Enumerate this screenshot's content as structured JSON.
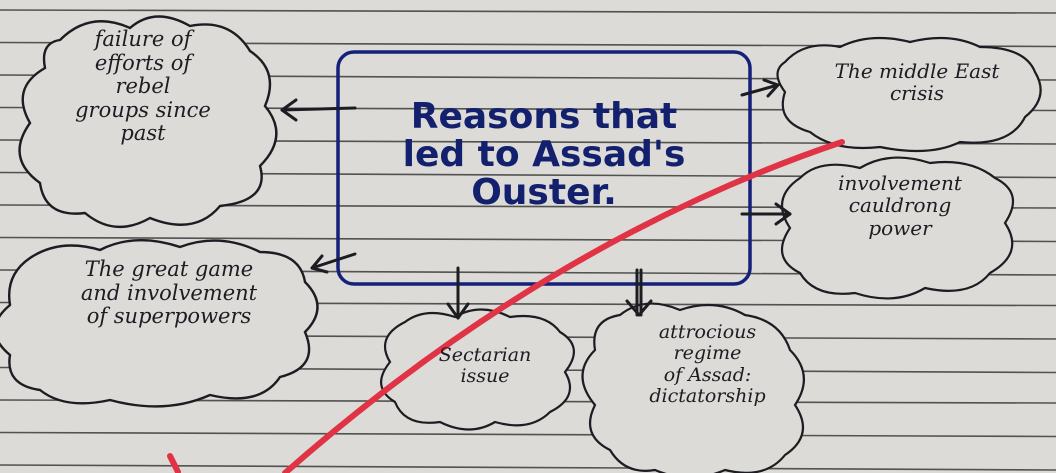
{
  "center": {
    "text": "Reasons that\nled to Assad's\nOuster."
  },
  "nodes": {
    "rebel_groups": "failure of\nefforts of\nrebel\ngroups since\npast",
    "great_game": "The great game\nand involvement\nof superpowers",
    "middle_east": "The middle East\ncrisis",
    "involvement_power": "involvement\ncauldrong\npower",
    "sectarian": "Sectarian\nissue",
    "atrocious_regime": "attrocious\nregime\nof Assad:\ndictatorship"
  },
  "colors": {
    "paper": "#dcdbd7",
    "rule_line": "#3a3a3a",
    "ink": "#1c1c22",
    "center_ink": "#13206e",
    "box_border": "#15207a",
    "red_mark": "#e03345"
  }
}
